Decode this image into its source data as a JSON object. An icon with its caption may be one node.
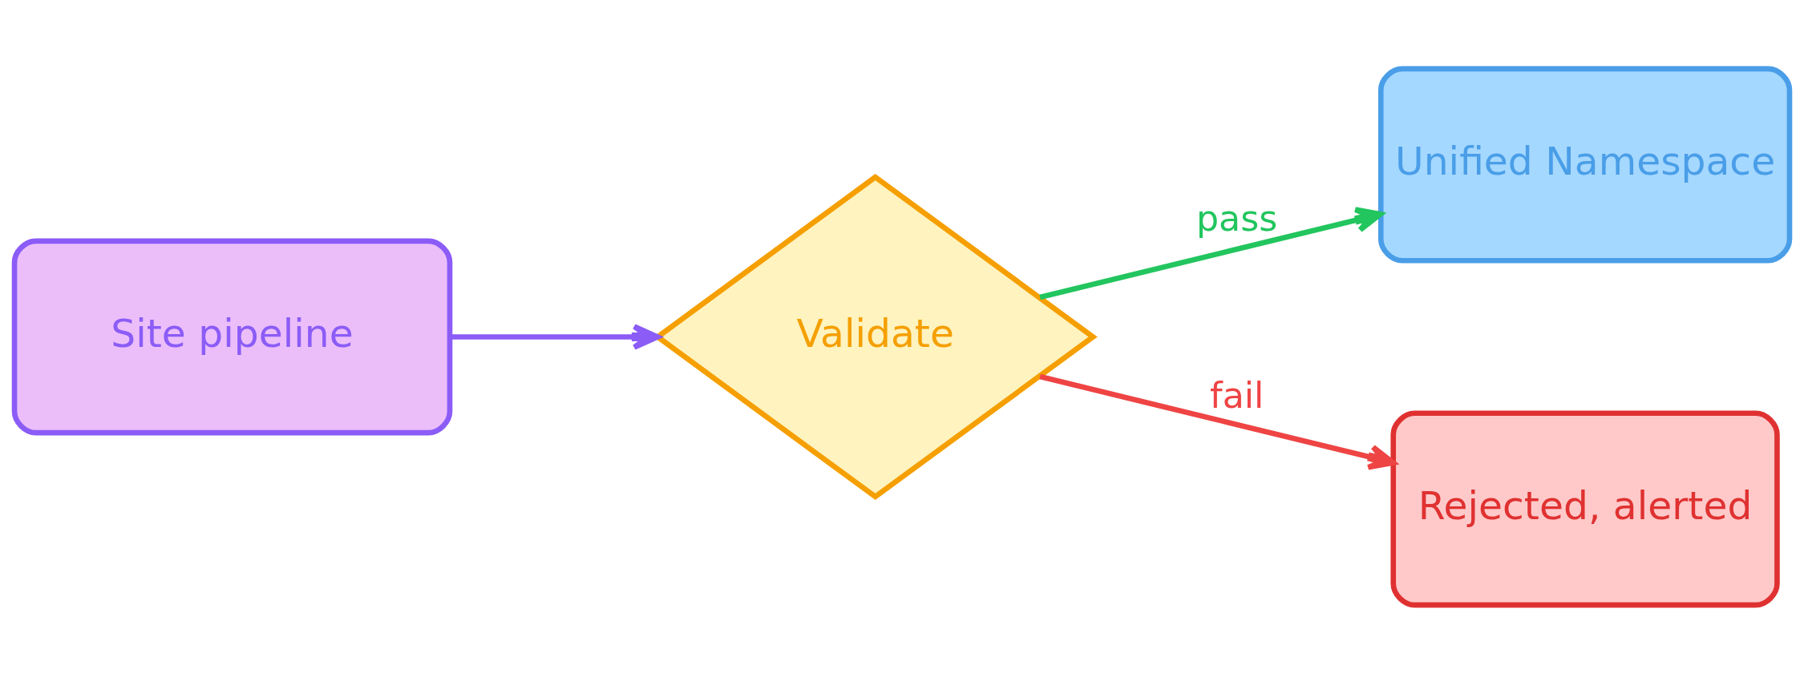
{
  "diagram": {
    "nodes": [
      {
        "text": [
          "Site pipeline"
        ]
      },
      {
        "text": [
          "Validate"
        ]
      },
      {
        "text": [
          "Unified Namespace"
        ]
      },
      {
        "text": [
          "Rejected, alerted"
        ]
      }
    ],
    "edges": [
      {
        "from": 0,
        "to": 1,
        "arrow": "to",
        "color": "#8b5cf6"
      },
      {
        "from": 1,
        "to": 2,
        "arrow": "to",
        "label": "pass",
        "color": "#22c55e"
      },
      {
        "from": 1,
        "to": 3,
        "arrow": "to",
        "label": "fail",
        "color": "#ef4444"
      }
    ]
  }
}
